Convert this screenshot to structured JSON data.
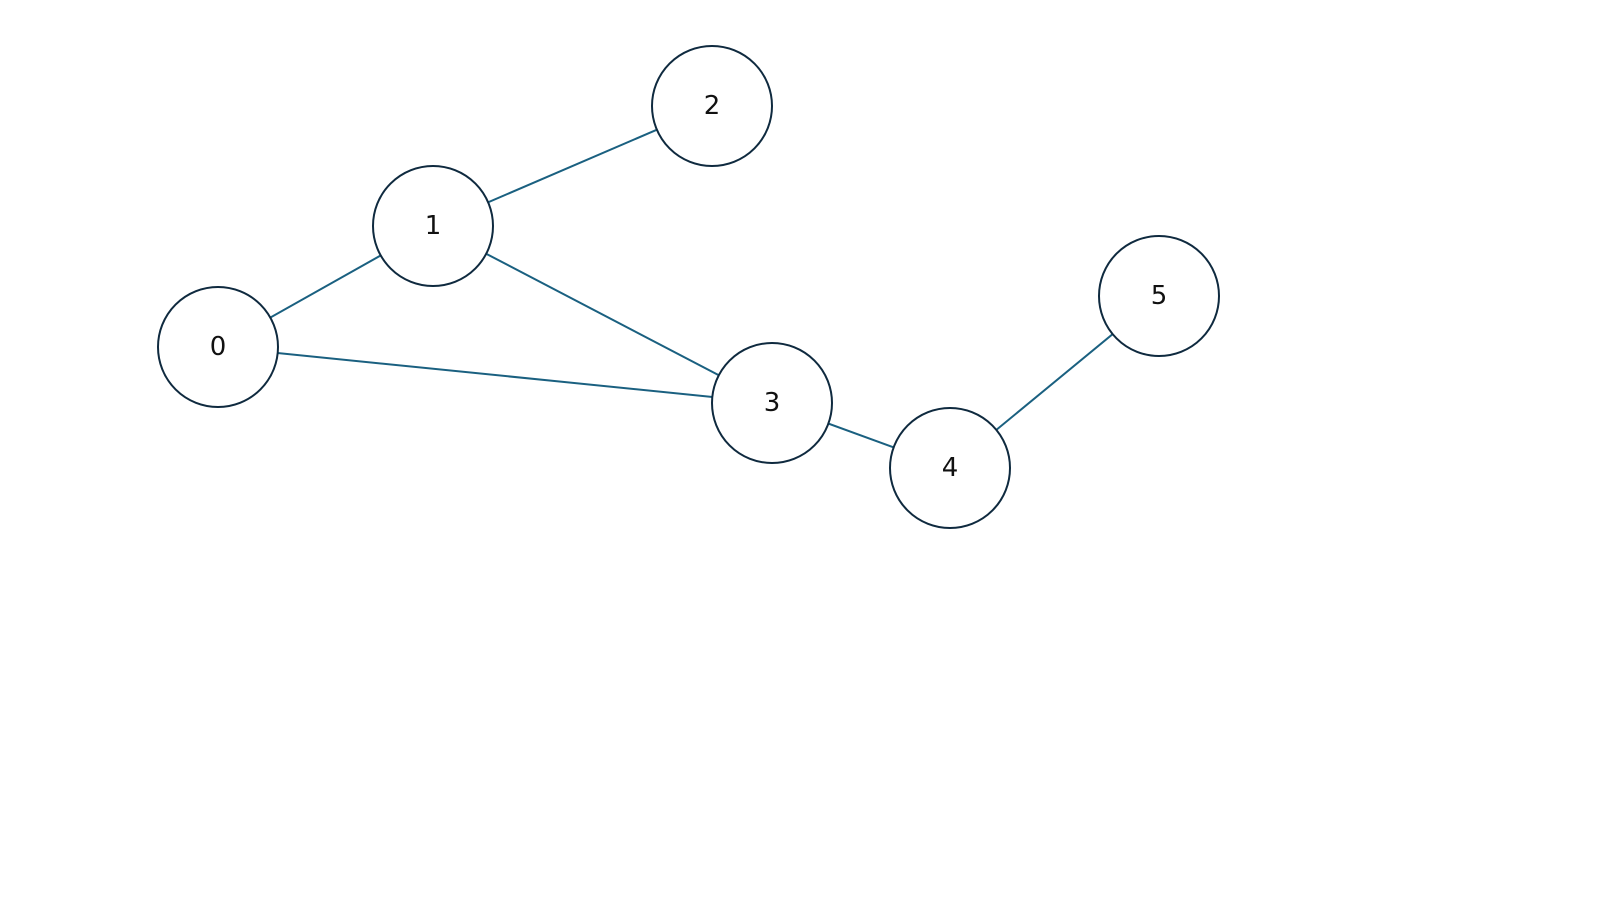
{
  "graph": {
    "colors": {
      "edge": "#1a6080",
      "node_stroke": "#0f2a3f",
      "node_fill": "#ffffff",
      "label": "#111111"
    },
    "nodes": [
      {
        "id": "0",
        "label": "0"
      },
      {
        "id": "1",
        "label": "1"
      },
      {
        "id": "2",
        "label": "2"
      },
      {
        "id": "3",
        "label": "3"
      },
      {
        "id": "4",
        "label": "4"
      },
      {
        "id": "5",
        "label": "5"
      }
    ],
    "edges": [
      {
        "from": "0",
        "to": "1"
      },
      {
        "from": "1",
        "to": "2"
      },
      {
        "from": "1",
        "to": "3"
      },
      {
        "from": "0",
        "to": "3"
      },
      {
        "from": "3",
        "to": "4"
      },
      {
        "from": "4",
        "to": "5"
      }
    ]
  }
}
